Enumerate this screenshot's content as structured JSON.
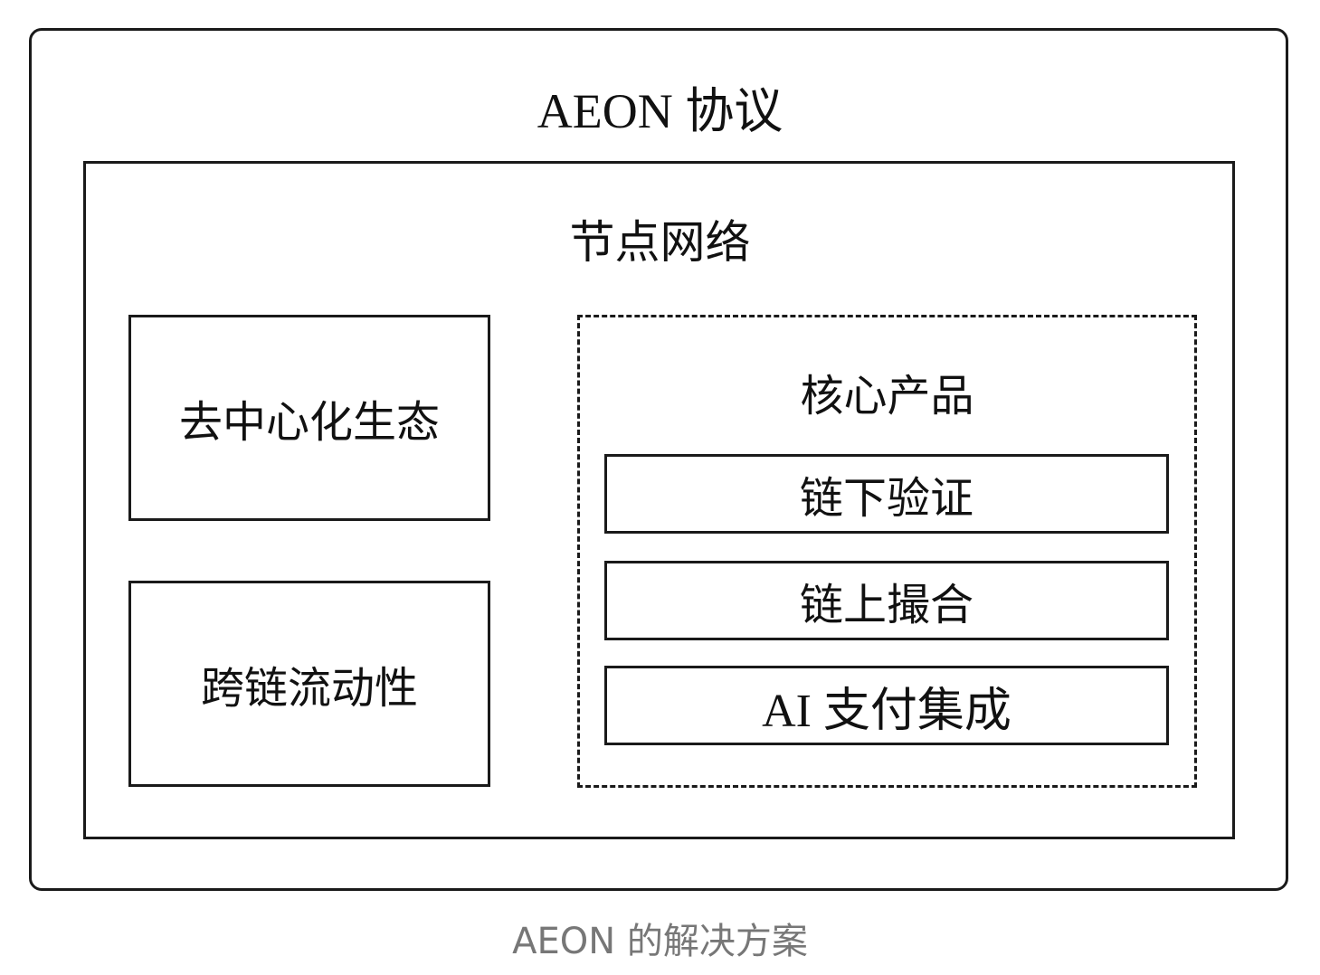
{
  "protocol": {
    "title": "AEON 协议"
  },
  "node_network": {
    "title": "节点网络"
  },
  "left_modules": [
    {
      "label": "去中心化生态"
    },
    {
      "label": "跨链流动性"
    }
  ],
  "core_products": {
    "title": "核心产品",
    "items": [
      {
        "label": "链下验证"
      },
      {
        "label": "链上撮合"
      },
      {
        "label": "AI 支付集成"
      }
    ]
  },
  "caption": "AEON 的解决方案"
}
